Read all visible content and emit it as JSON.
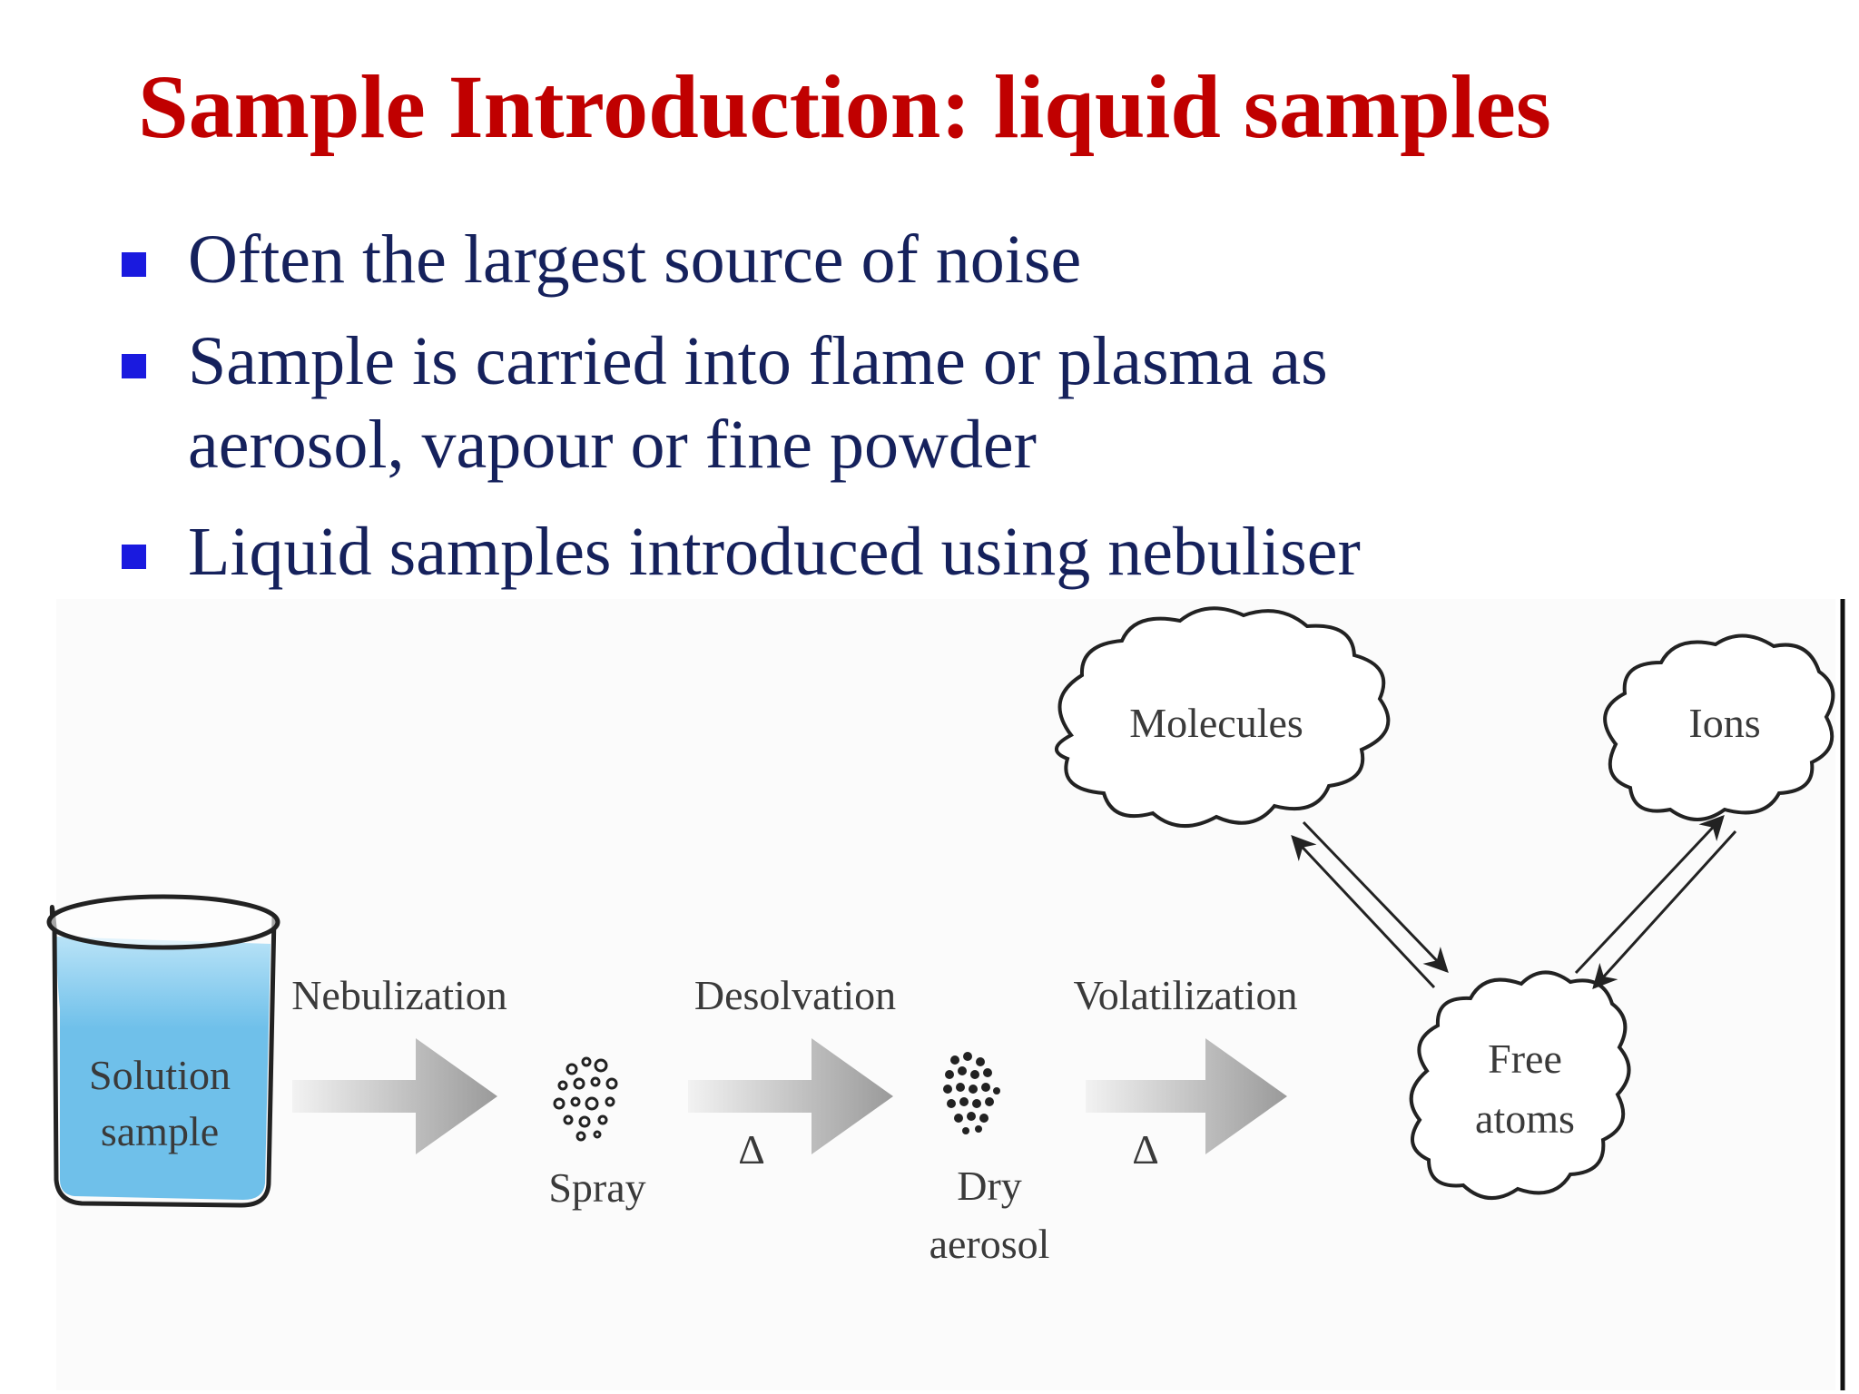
{
  "slide": {
    "title": "Sample Introduction: liquid samples",
    "bullets": [
      {
        "lines": [
          "Often the largest source of noise"
        ]
      },
      {
        "lines": [
          "Sample is carried into flame or plasma as",
          "aerosol, vapour or fine powder"
        ]
      },
      {
        "lines": [
          "Liquid samples introduced using nebuliser"
        ]
      }
    ]
  },
  "diagram": {
    "beaker_label": [
      "Solution",
      "sample"
    ],
    "steps": [
      {
        "label": "Nebulization",
        "heat": ""
      },
      {
        "label": "Desolvation",
        "heat": "Δ"
      },
      {
        "label": "Volatilization",
        "heat": "Δ"
      }
    ],
    "spray_label": "Spray",
    "dry_aerosol_label": [
      "Dry",
      "aerosol"
    ],
    "clouds": {
      "molecules": "Molecules",
      "ions": "Ions",
      "free_atoms": [
        "Free",
        "atoms"
      ]
    },
    "colors": {
      "water": "#6fc0ea",
      "water_light": "#b9e3f7",
      "arrow_light": "#f2f2f2",
      "arrow_dark": "#9a9a9a",
      "line": "#222222"
    }
  }
}
